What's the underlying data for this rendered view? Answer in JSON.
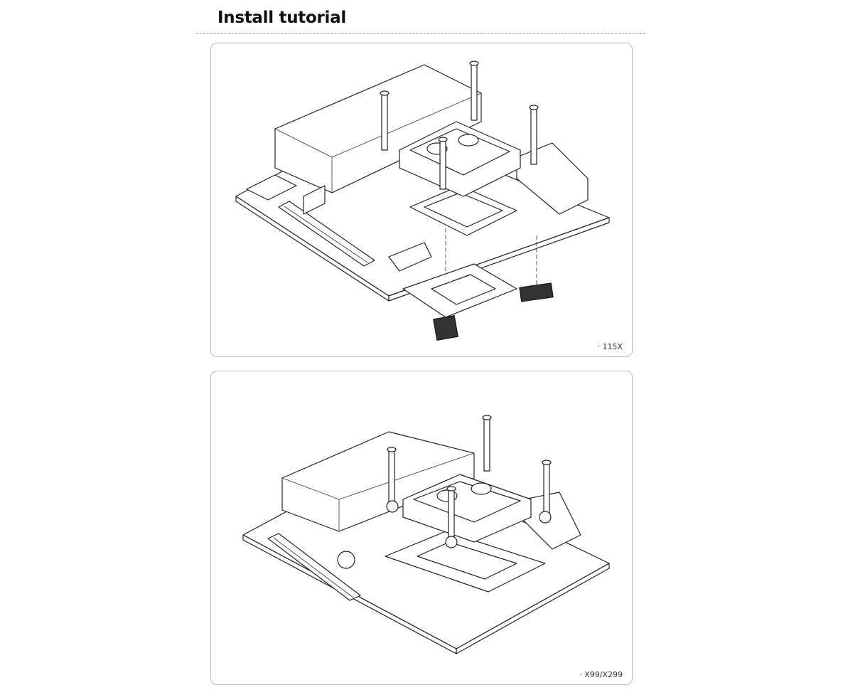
{
  "header": {
    "title": "Install tutorial"
  },
  "panels": [
    {
      "caption": "· 115X"
    },
    {
      "caption": "· X99/X299"
    }
  ]
}
